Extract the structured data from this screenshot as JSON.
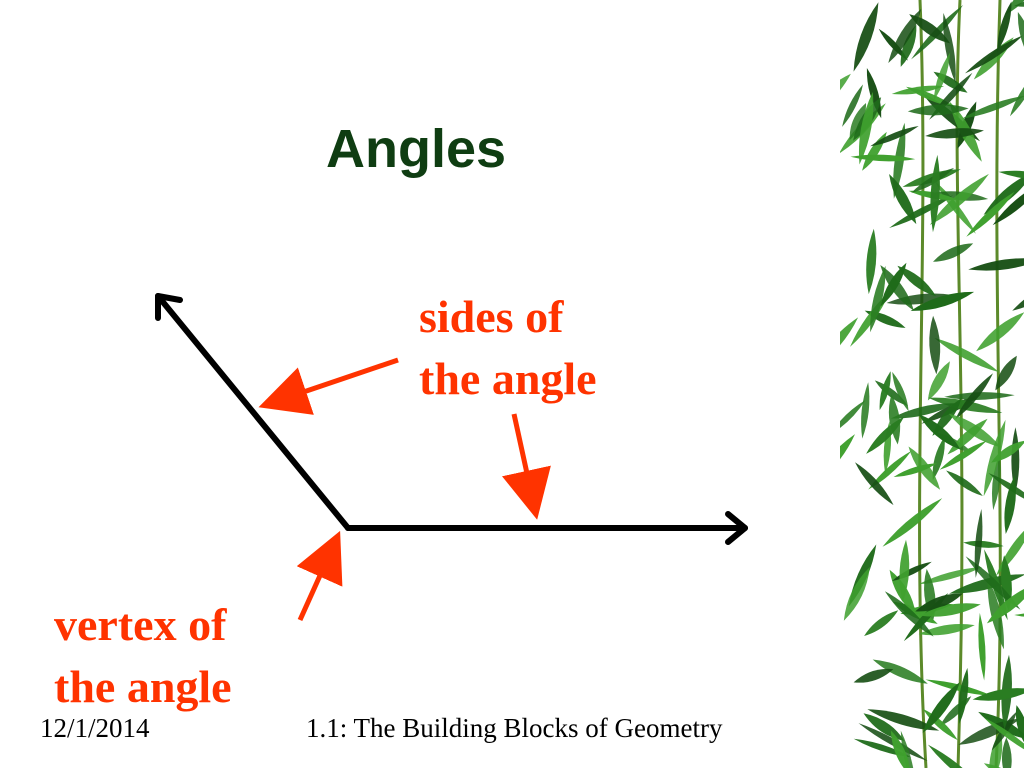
{
  "slide": {
    "title": "Angles",
    "sides_label": {
      "line1": "sides of",
      "line2": "the angle"
    },
    "vertex_label": {
      "line1": "vertex of",
      "line2": "the angle"
    },
    "footer": {
      "date": "12/1/2014",
      "title": "1.1: The Building Blocks of Geometry"
    }
  },
  "colors": {
    "title": "#0f3d12",
    "annotation": "#ff3300",
    "rays": "#000000",
    "bamboo_dark": "#1f6b1a",
    "bamboo_light": "#3fa02e"
  }
}
